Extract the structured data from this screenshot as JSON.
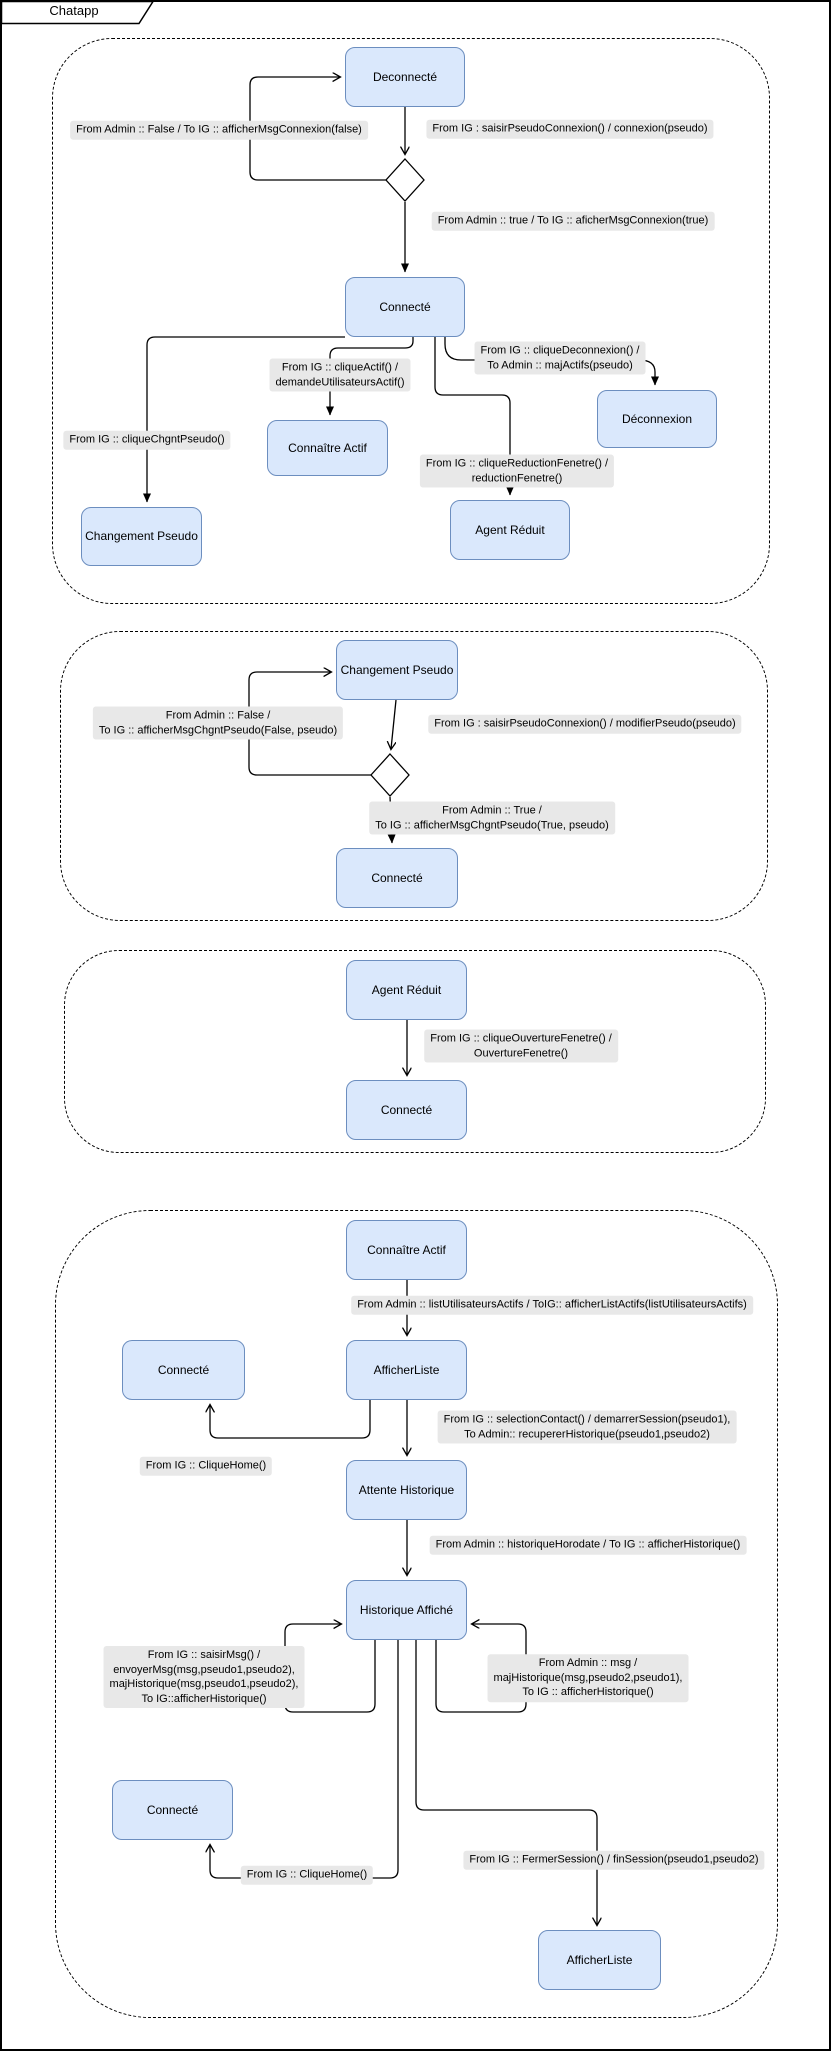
{
  "frame": {
    "title": "Chatapp"
  },
  "colors": {
    "state_fill": "#dae8fc",
    "state_border": "#6c8ebf",
    "label_background": "#e8e8e8",
    "edge": "#000000",
    "background": "#ffffff"
  },
  "sections": {
    "connexion": {
      "states": {
        "deconnecte": "Deconnecté",
        "connecte": "Connecté",
        "connaitre_actif": "Connaître Actif",
        "deconnexion": "Déconnexion",
        "agent_reduit": "Agent Réduit",
        "changement_pseudo": "Changement Pseudo"
      },
      "transitions": {
        "admin_false": "From Admin :: False  / To IG :: afficherMsgConnexion(false)",
        "saisir_pseudo": "From IG : saisirPseudoConnexion() / connexion(pseudo)",
        "admin_true": "From Admin :: true  / To IG :: aficherMsgConnexion(true)",
        "clique_actif": "From IG :: cliqueActif() /\ndemandeUtilisateursActif()",
        "clique_deconnexion": "From IG :: cliqueDeconnexion() /\nTo Admin :: majActifs(pseudo)",
        "clique_chgnt_pseudo": "From IG :: cliqueChgntPseudo()",
        "clique_reduction": "From IG :: cliqueReductionFenetre() /\nreductionFenetre()"
      }
    },
    "changement_pseudo": {
      "states": {
        "changement_pseudo": "Changement Pseudo",
        "connecte": "Connecté"
      },
      "transitions": {
        "admin_false": "From Admin :: False /\nTo IG :: afficherMsgChgntPseudo(False, pseudo)",
        "saisir_pseudo": "From IG : saisirPseudoConnexion() / modifierPseudo(pseudo)",
        "admin_true": "From Admin :: True /\nTo IG :: afficherMsgChgntPseudo(True, pseudo)"
      }
    },
    "agent_reduit": {
      "states": {
        "agent_reduit": "Agent Réduit",
        "connecte": "Connecté"
      },
      "transitions": {
        "clique_ouverture": "From IG :: cliqueOuvertureFenetre() /\nOuvertureFenetre()"
      }
    },
    "conversation": {
      "states": {
        "connaitre_actif": "Connaître Actif",
        "connecte": "Connecté",
        "afficher_liste": "AfficherListe",
        "attente_historique": "Attente Historique",
        "historique_affiche": "Historique Affiché",
        "connecte_bas": "Connecté",
        "afficher_liste_bas": "AfficherListe"
      },
      "transitions": {
        "list_actifs": "From Admin :: listUtilisateursActifs / ToIG:: afficherListActifs(listUtilisateursActifs)",
        "selection_contact": "From IG :: selectionContact() / demarrerSession(pseudo1),\nTo Admin:: recupererHistorique(pseudo1,pseudo2)",
        "clique_home": "From IG :: CliqueHome()",
        "historique_horodate": "From Admin :: historiqueHorodate / To IG :: afficherHistorique()",
        "saisir_msg": "From IG :: saisirMsg() /\nenvoyerMsg(msg,pseudo1,pseudo2),\nmajHistorique(msg,pseudo1,pseudo2),\nTo IG::afficherHistorique()",
        "admin_msg": "From Admin :: msg /\nmajHistorique(msg,pseudo2,pseudo1),\nTo IG :: afficherHistorique()",
        "clique_home_bas": "From IG :: CliqueHome()",
        "fermer_session": "From IG :: FermerSession() / finSession(pseudo1,pseudo2)"
      }
    }
  }
}
